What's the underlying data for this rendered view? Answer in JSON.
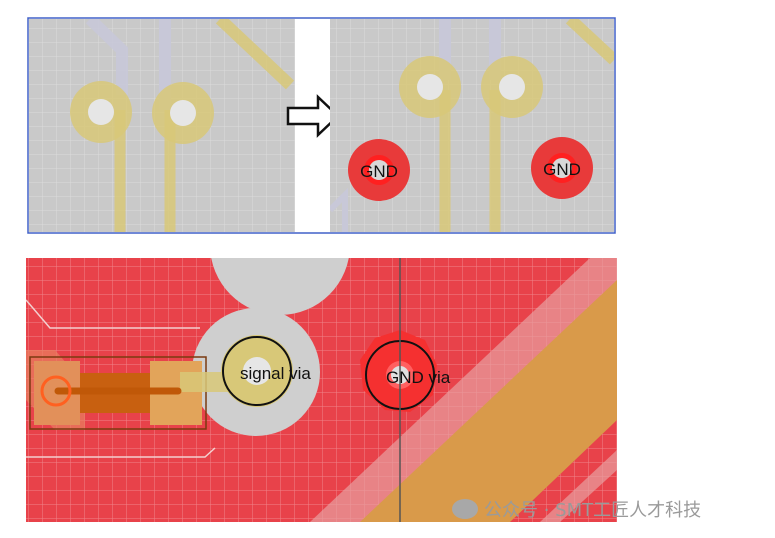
{
  "top_panel": {
    "gnd_label_left": "GND",
    "gnd_label_right": "GND",
    "arrow_icon": "right-arrow-icon"
  },
  "bottom_panel": {
    "signal_via_label": "signal via",
    "gnd_via_label": "GND via"
  },
  "watermark": {
    "text": "公众号 · SMT工匠人才科技"
  },
  "colors": {
    "board_gray": "#c9c9c9",
    "trace_yellow": "#d8c878",
    "gnd_red": "#e83a3a",
    "copper_pour": "#e8424a",
    "border_blue": "#4060c8"
  }
}
